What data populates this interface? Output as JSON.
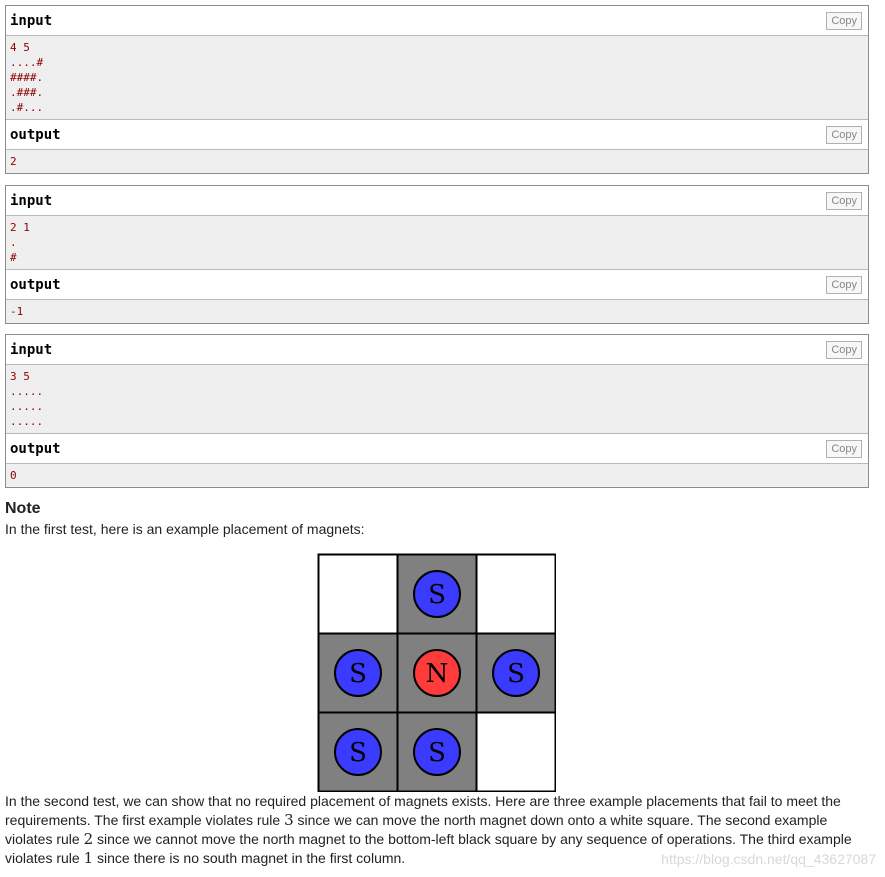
{
  "copy_label": "Copy",
  "samples": [
    {
      "input_title": "input",
      "input_lines": [
        "4 5",
        "....#",
        "####.",
        ".###.",
        ".#..."
      ],
      "output_title": "output",
      "output_lines": [
        "2"
      ]
    },
    {
      "input_title": "input",
      "input_lines": [
        "2 1",
        ".",
        "#"
      ],
      "output_title": "output",
      "output_lines": [
        "-1"
      ]
    },
    {
      "input_title": "input",
      "input_lines": [
        "3 5",
        ".....",
        ".....",
        "....."
      ],
      "output_title": "output",
      "output_lines": [
        "0"
      ]
    }
  ],
  "note": {
    "title": "Note",
    "intro": "In the first test, here is an example placement of magnets:",
    "grid": {
      "cells": [
        [
          "white",
          "black",
          "white"
        ],
        [
          "black",
          "black",
          "black"
        ],
        [
          "black",
          "black",
          "white"
        ]
      ],
      "magnets": [
        {
          "row": 0,
          "col": 1,
          "label": "S",
          "color": "#3b3bff"
        },
        {
          "row": 1,
          "col": 0,
          "label": "S",
          "color": "#3b3bff"
        },
        {
          "row": 1,
          "col": 1,
          "label": "N",
          "color": "#ff3b3b"
        },
        {
          "row": 1,
          "col": 2,
          "label": "S",
          "color": "#3b3bff"
        },
        {
          "row": 2,
          "col": 0,
          "label": "S",
          "color": "#3b3bff"
        },
        {
          "row": 2,
          "col": 1,
          "label": "S",
          "color": "#3b3bff"
        }
      ],
      "black_color": "#808080",
      "white_color": "#ffffff"
    },
    "para": {
      "t1": "In the second test, we can show that no required placement of magnets exists. Here are three example placements that fail to meet the requirements. The first example violates rule ",
      "r1": "3",
      "t2": " since we can move the north magnet down onto a white square. The second example violates rule ",
      "r2": "2",
      "t3": " since we cannot move the north magnet to the bottom-left black square by any sequence of operations. The third example violates rule ",
      "r3": "1",
      "t4": " since there is no south magnet in the first column."
    }
  },
  "watermark": "https://blog.csdn.net/qq_43627087"
}
